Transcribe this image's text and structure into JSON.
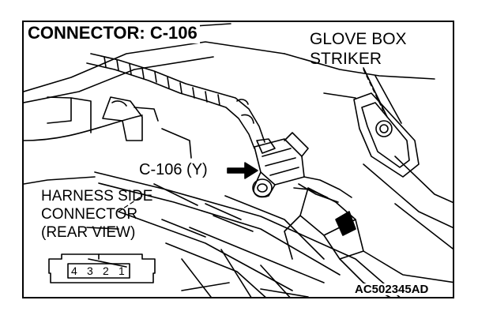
{
  "figure": {
    "title": "CONNECTOR: C-106",
    "labels": {
      "glove_box_striker": [
        "GLOVE BOX",
        "STRIKER"
      ],
      "connector_callout": "C-106 (Y)",
      "harness_side": [
        "HARNESS SIDE",
        "CONNECTOR",
        "(REAR VIEW)"
      ],
      "figure_code": "AC502345AD"
    },
    "pins": [
      "4",
      "3",
      "2",
      "1"
    ],
    "colors": {
      "line": "#000000",
      "background": "#ffffff"
    }
  }
}
